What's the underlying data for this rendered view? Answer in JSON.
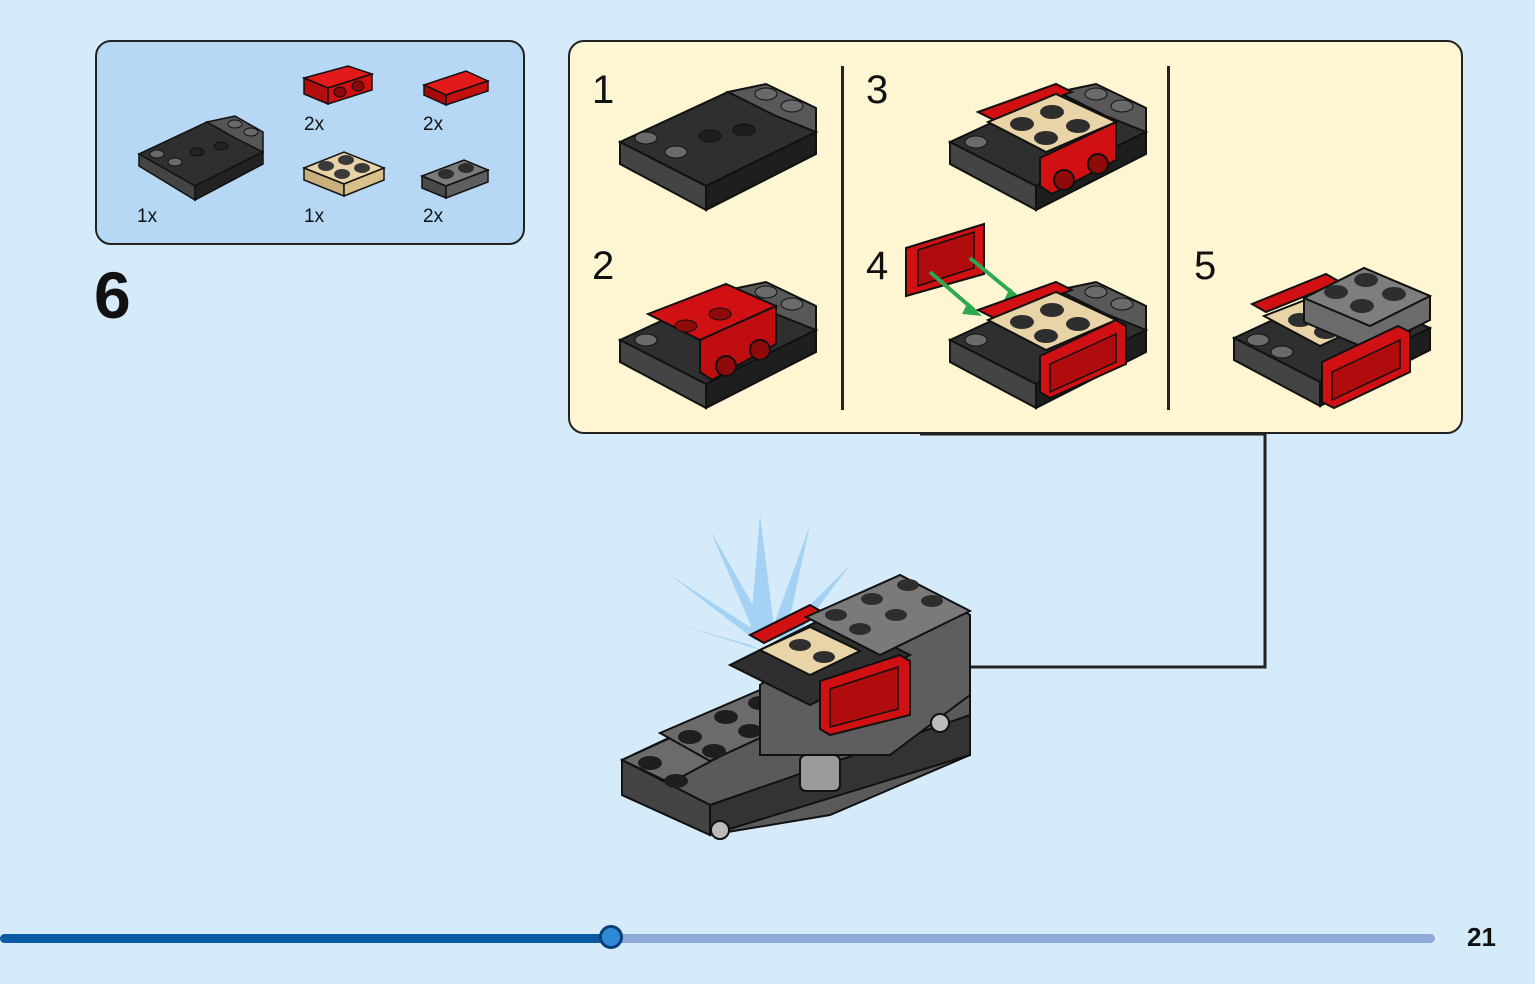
{
  "parts": [
    {
      "qty": "1x",
      "color": "#3a3a3a",
      "icon": "dark-gray-inverted-slope-plate-icon"
    },
    {
      "qty": "2x",
      "color": "#d01012",
      "icon": "red-bracket-plate-icon"
    },
    {
      "qty": "2x",
      "color": "#d01012",
      "icon": "red-tile-icon"
    },
    {
      "qty": "1x",
      "color": "#e4cd9e",
      "icon": "tan-plate-2x2-icon"
    },
    {
      "qty": "2x",
      "color": "#6b6b6b",
      "icon": "gray-plate-1x2-icon"
    }
  ],
  "step": {
    "number": "6"
  },
  "substeps": [
    "1",
    "2",
    "3",
    "4",
    "5"
  ],
  "page": {
    "number": "21",
    "progress": 0.426
  },
  "colors": {
    "background": "#d6ebf9",
    "parts_box": "#b6d8f5",
    "substep_box": "#fef6d2",
    "arrow": "#2fa84f",
    "progress_active": "#0a5aa5",
    "progress_track": "#8ea9d8"
  }
}
